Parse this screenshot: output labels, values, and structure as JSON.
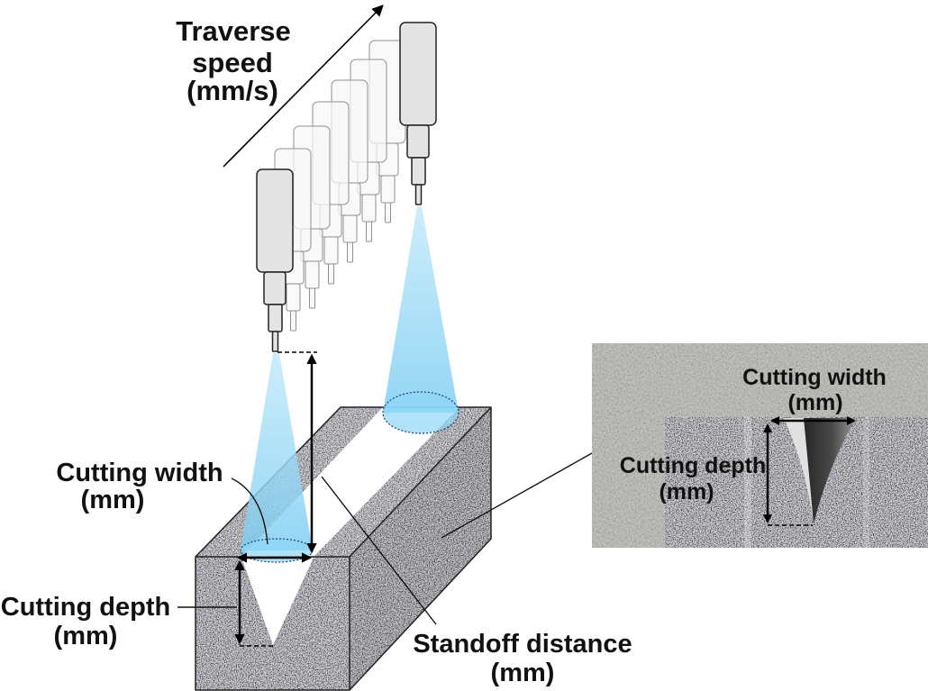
{
  "diagram": {
    "traverse_speed": {
      "line1": "Traverse",
      "line2": "speed",
      "line3": "(mm/s)"
    },
    "cutting_width": {
      "line1": "Cutting width",
      "line2": "(mm)"
    },
    "cutting_depth": {
      "line1": "Cutting depth",
      "line2": "(mm)"
    },
    "standoff_distance": {
      "line1": "Standoff distance",
      "line2": "(mm)"
    }
  },
  "photo": {
    "cutting_width": {
      "line1": "Cutting width",
      "line2": "(mm)"
    },
    "cutting_depth": {
      "line1": "Cutting depth",
      "line2": "(mm)"
    }
  },
  "colors": {
    "water_jet_top": "#c2e9fb",
    "water_jet_bottom": "#7ccdf2",
    "jet_impact": "#8fd6f6",
    "nozzle_fill": "#e4e4e4",
    "outline": "#222222",
    "cut_surface": "#ffffff"
  }
}
